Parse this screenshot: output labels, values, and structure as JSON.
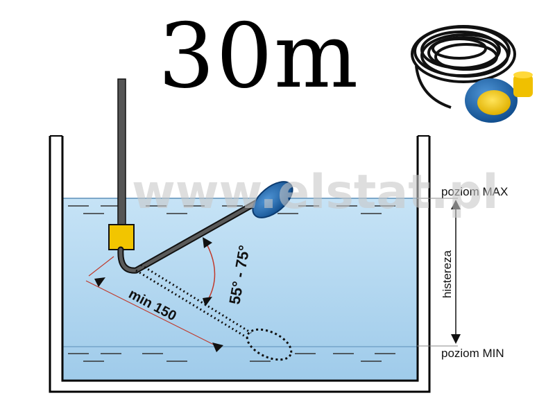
{
  "title": "30m",
  "watermark": "www.elstat.pl",
  "labels": {
    "level_max": "poziom MAX",
    "level_min": "poziom MIN",
    "hysteresis": "histereza",
    "angle": "55° - 75°",
    "min_length": "min 150"
  },
  "colors": {
    "water": "#a9d3ee",
    "water_light": "#c9e5f6",
    "tank_wall": "#000000",
    "float": "#1a5fa8",
    "weight": "#f2c500",
    "arrow": "#111111"
  }
}
